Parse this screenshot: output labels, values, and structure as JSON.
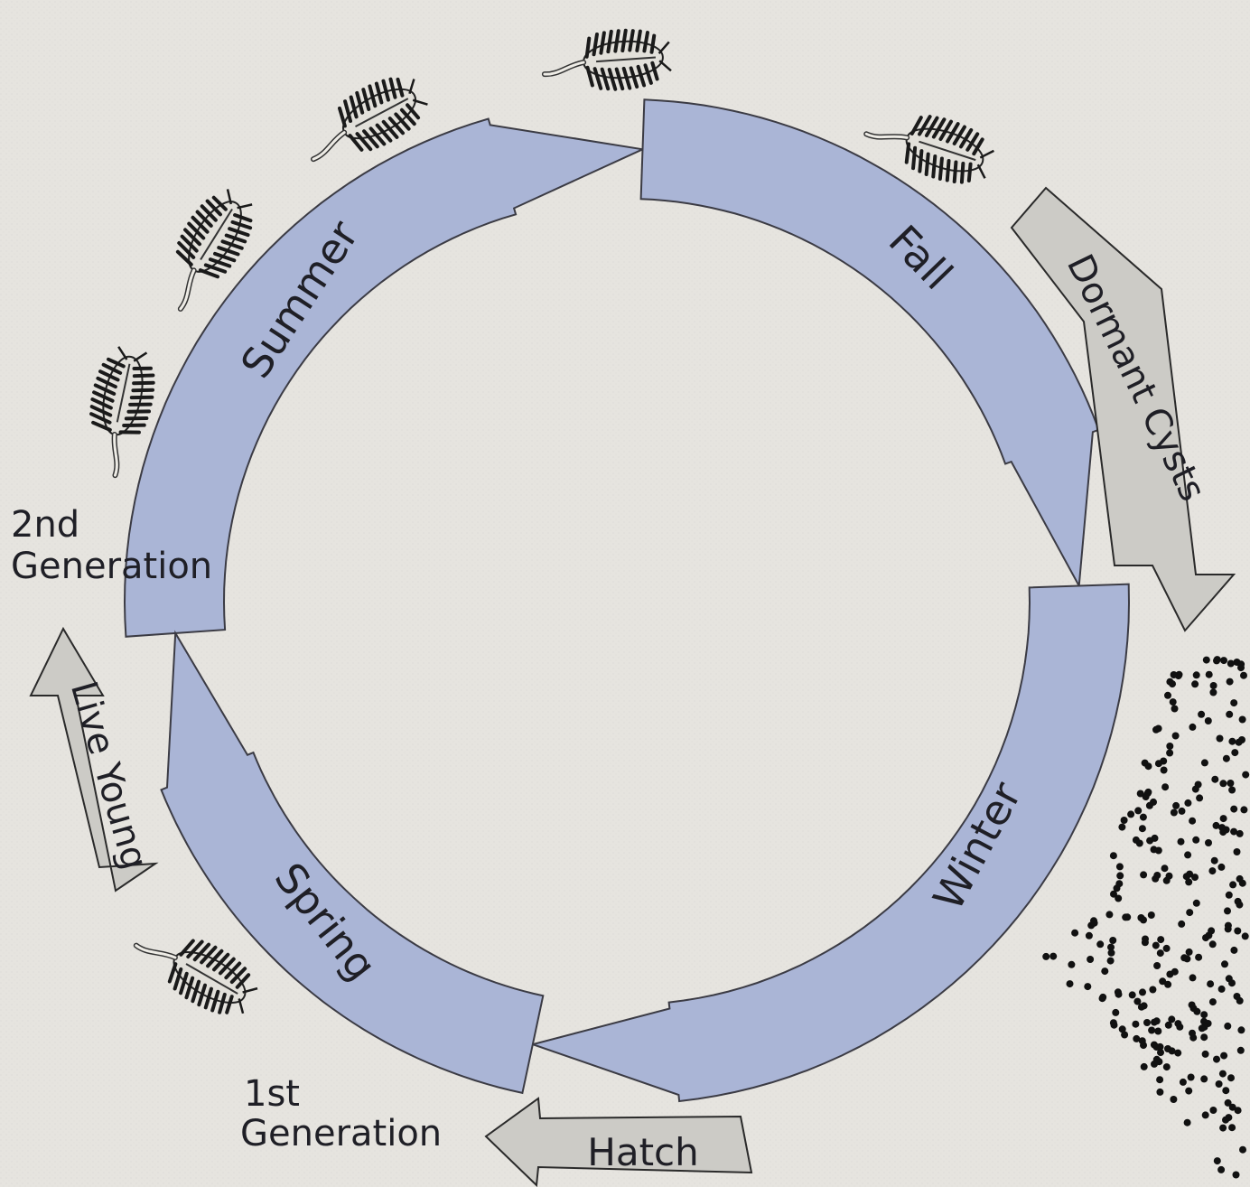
{
  "diagram": {
    "title": "",
    "colors": {
      "background": "#e6e4df",
      "cycle_fill": "#aab5d6",
      "cycle_stroke": "#3b3b44",
      "side_arrow_fill": "#cccbc6",
      "text": "#1f1f26"
    },
    "seasons": [
      {
        "id": "summer",
        "label": "Summer"
      },
      {
        "id": "fall",
        "label": "Fall"
      },
      {
        "id": "winter",
        "label": "Winter"
      },
      {
        "id": "spring",
        "label": "Spring"
      }
    ],
    "side_arrows": [
      {
        "id": "dormant-cysts",
        "label": "Dormant Cysts"
      },
      {
        "id": "live-young",
        "label": "Live Young"
      },
      {
        "id": "hatch",
        "label": "Hatch"
      }
    ],
    "generations": [
      {
        "id": "second",
        "line1": "2nd",
        "line2": "Generation"
      },
      {
        "id": "first",
        "line1": "1st",
        "line2": "Generation"
      }
    ],
    "organism_icon": "daphnia-icon",
    "cyst_icon": "cyst-dot-icon"
  }
}
